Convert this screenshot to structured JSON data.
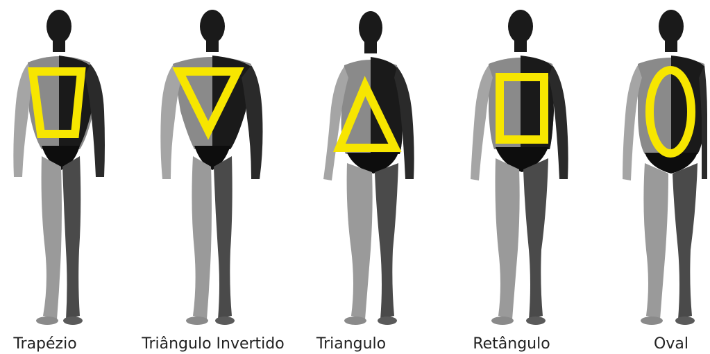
{
  "figures": [
    {
      "label": "Trapézio",
      "shape": "trapezoid"
    },
    {
      "label": "Triângulo Invertido",
      "shape": "inverted-triangle"
    },
    {
      "label": "Triangulo",
      "shape": "triangle"
    },
    {
      "label": "Retângulo",
      "shape": "rectangle"
    },
    {
      "label": "Oval",
      "shape": "oval"
    }
  ],
  "colors": {
    "shape_outline": "#f7e600",
    "skin_light": "#d9d9d9",
    "skin_mid": "#8a8a8a",
    "skin_dark": "#1a1a1a",
    "underwear": "#0d0d0d"
  }
}
